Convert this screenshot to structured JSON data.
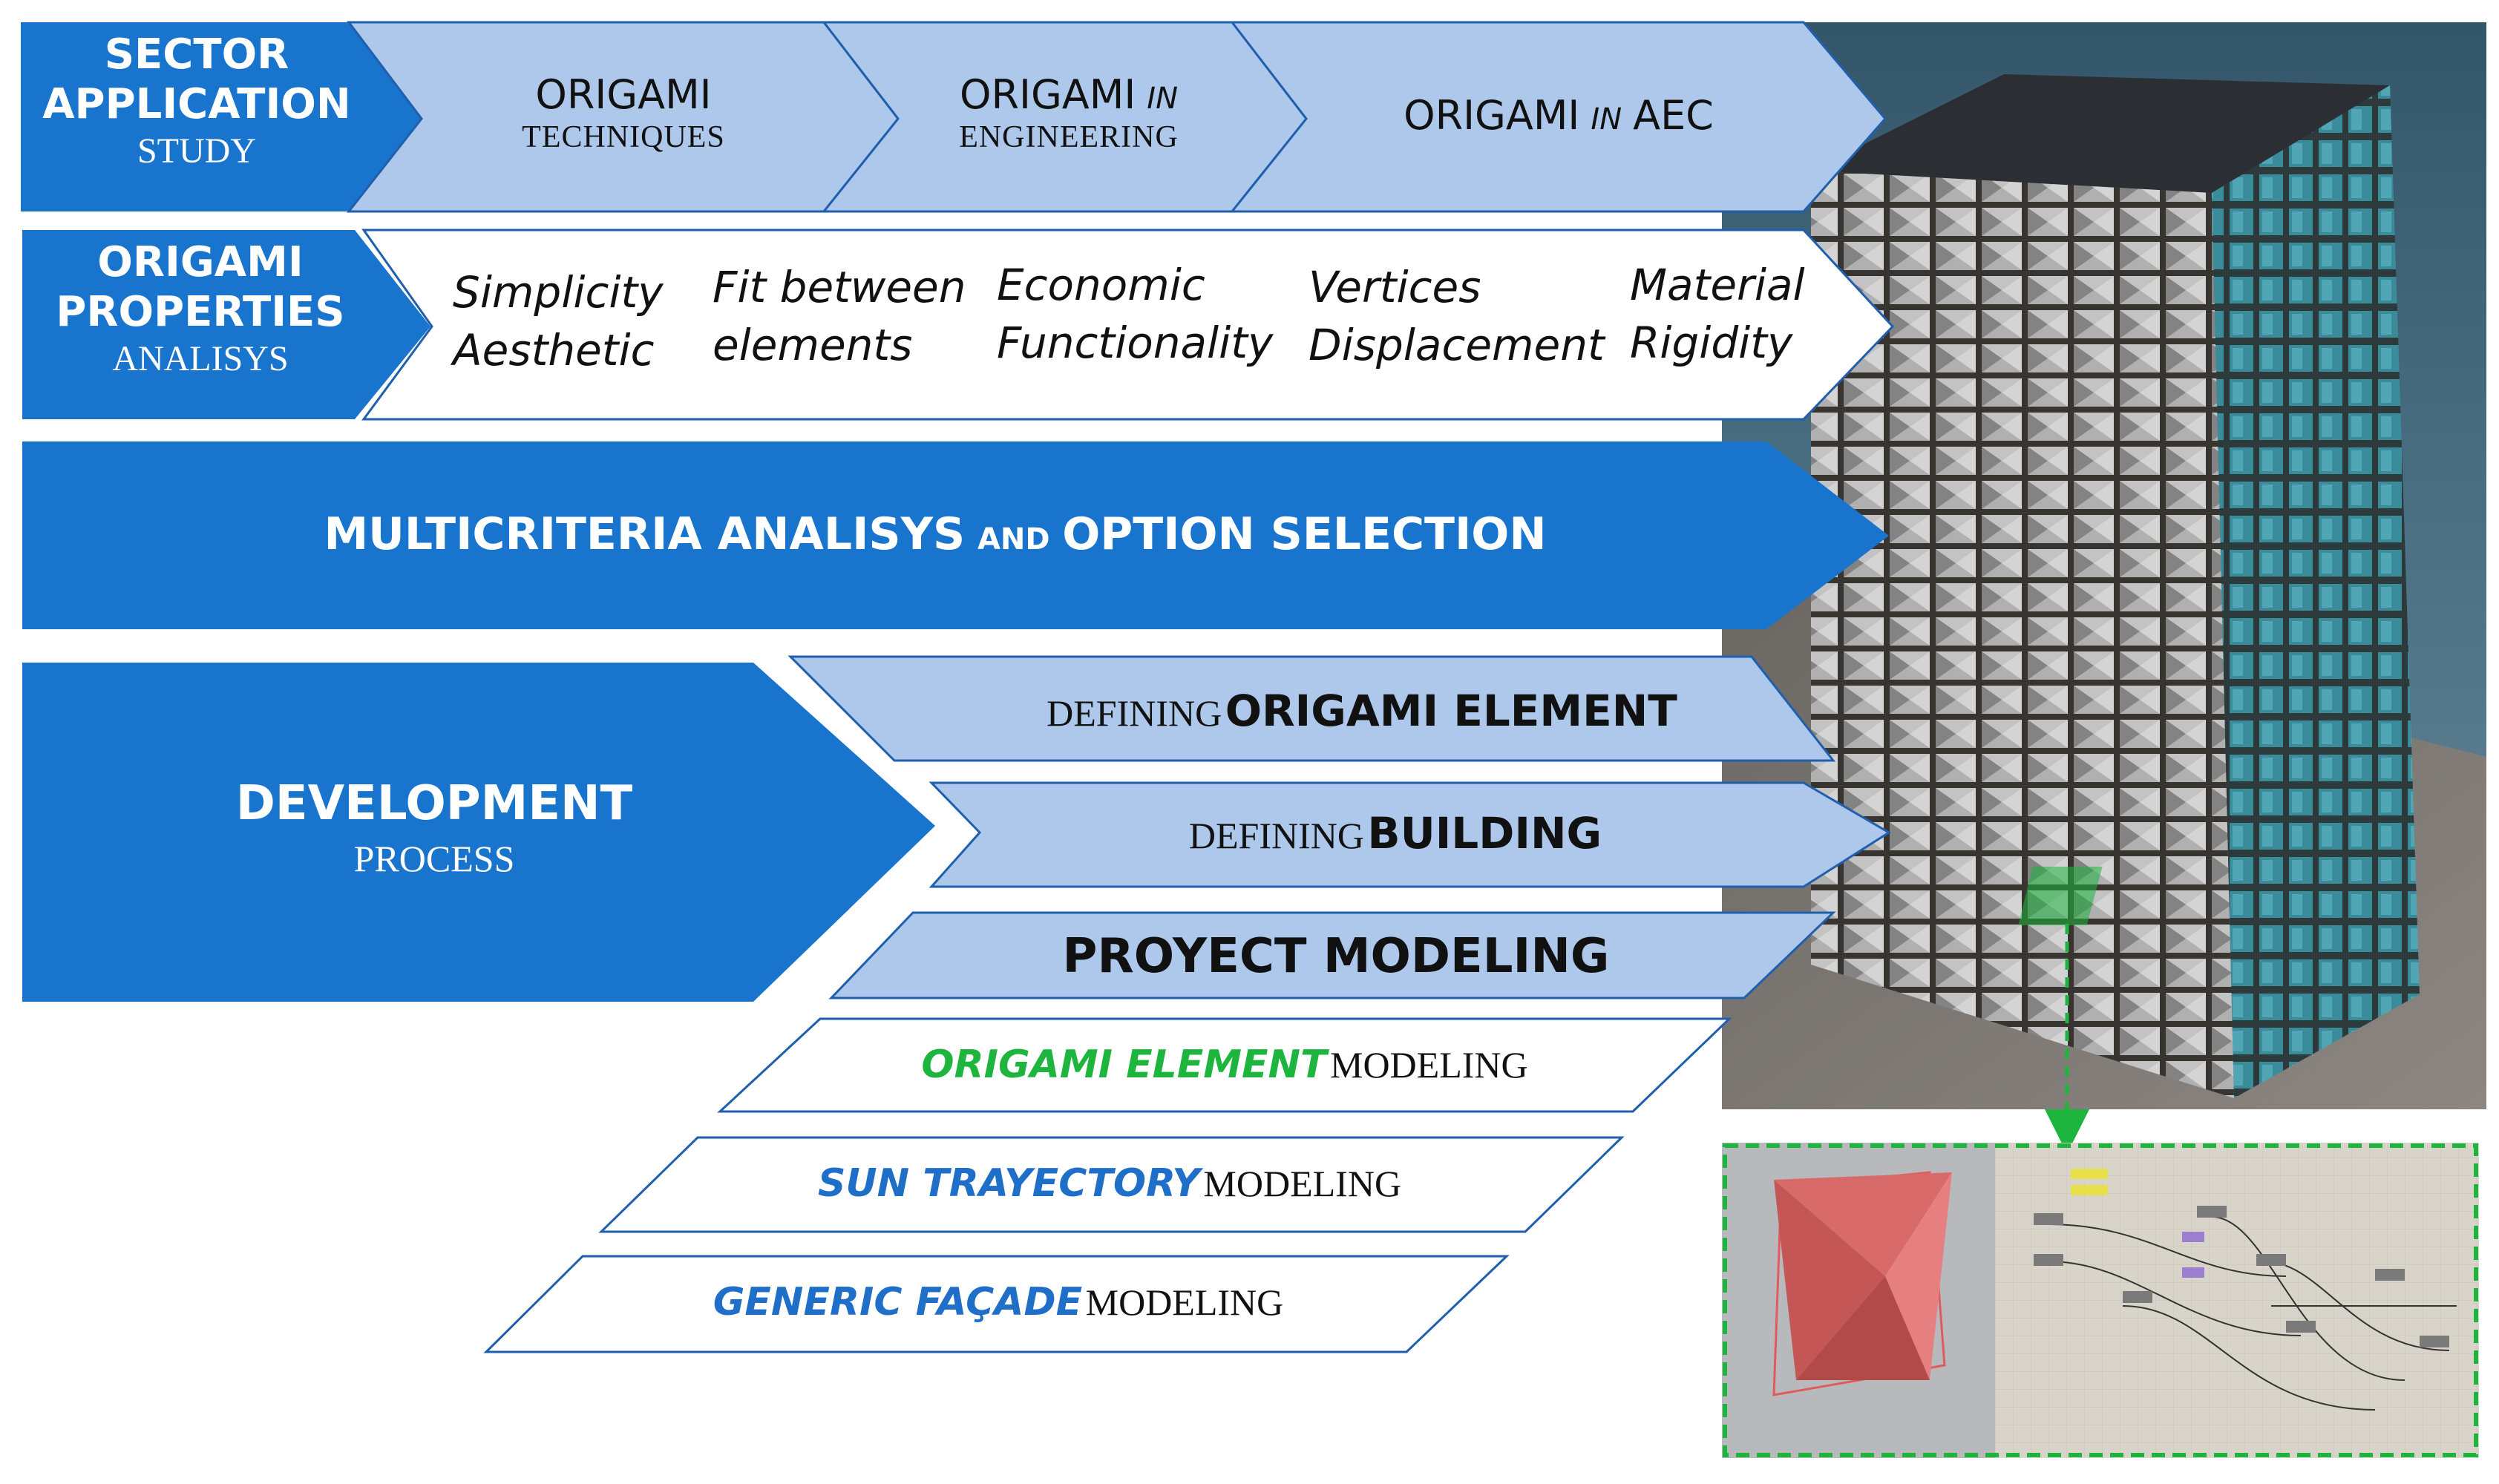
{
  "colors": {
    "dark_blue": "#1874cd",
    "light_blue": "#adc8ea",
    "outline_blue": "#1f5fae",
    "accent_green": "#1db53e",
    "accent_blue": "#1f6fc9"
  },
  "row1": {
    "head": {
      "line1": "SECTOR",
      "line2": "APPLICATION",
      "line3": "STUDY"
    },
    "steps": [
      {
        "main": "ORIGAMI",
        "sub": "TECHNIQUES"
      },
      {
        "main": "ORIGAMI",
        "in": "IN",
        "sub": "ENGINEERING"
      },
      {
        "main": "ORIGAMI",
        "in": "IN",
        "tail": "AEC"
      }
    ]
  },
  "row2": {
    "head": {
      "line1": "ORIGAMI",
      "line2": "PROPERTIES",
      "line3": "ANALISYS"
    },
    "properties": [
      {
        "l1": "Simplicity",
        "l2": "Aesthetic"
      },
      {
        "l1": "Fit between",
        "l2": "elements"
      },
      {
        "l1": "Economic",
        "l2": "Functionality"
      },
      {
        "l1": "Vertices",
        "l2": "Displacement"
      },
      {
        "l1": "Material",
        "l2": "Rigidity"
      }
    ]
  },
  "row3": {
    "part1": "MULTICRITERIA ANALISYS",
    "and": "AND",
    "part2": "OPTION SELECTION"
  },
  "development": {
    "title": "DEVELOPMENT",
    "sub": "PROCESS"
  },
  "defining": [
    {
      "pre": "DEFINING",
      "bold": "ORIGAMI ELEMENT"
    },
    {
      "pre": "DEFINING",
      "bold": "BUILDING"
    }
  ],
  "proyect": "PROYECT MODELING",
  "modeling": [
    {
      "hl": "ORIGAMI ELEMENT",
      "rest": "MODELING",
      "color": "#1db53e"
    },
    {
      "hl": "SUN TRAYECTORY",
      "rest": "MODELING",
      "color": "#1f6fc9"
    },
    {
      "hl": "GENERIC FAÇADE",
      "rest": "MODELING",
      "color": "#1f6fc9"
    }
  ],
  "images": {
    "main": "building-render-image",
    "inset": "grasshopper-definition-image"
  }
}
